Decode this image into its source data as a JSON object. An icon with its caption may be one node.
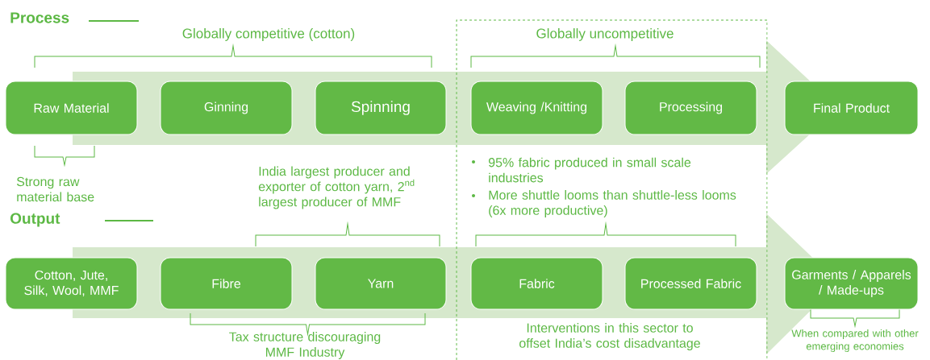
{
  "diagram": {
    "nodes": [
      {
        "text": [
          "Raw Material"
        ]
      },
      {
        "text": [
          "Ginning"
        ]
      },
      {
        "text": [
          "Spinning"
        ]
      },
      {
        "text": [
          "Weaving /Knitting"
        ]
      },
      {
        "text": [
          "Processing"
        ]
      },
      {
        "text": [
          "Final Product"
        ]
      },
      {
        "text": [
          "Cotton, Jute, Silk, Wool, MMF"
        ]
      },
      {
        "text": [
          "Fibre"
        ]
      },
      {
        "text": [
          "Yarn"
        ]
      },
      {
        "text": [
          "Fabric"
        ]
      },
      {
        "text": [
          "Processed Fabric"
        ]
      },
      {
        "text": [
          "Garments / Apparels / Made-ups"
        ]
      }
    ],
    "labels": [
      "Process",
      "Globally competitive (cotton)",
      "Globally uncompetitive",
      "Strong raw material base",
      "India largest producer and exporter of cotton yarn, 2$^{nd}$ largest producer of MMF",
      "95% fabric produced in small scale industries",
      "More shuttle looms than shuttle-less looms (6x more productive)",
      "Output",
      "Tax structure discouraging MMF Industry",
      "Interventions in this sector to offset India’s cost disadvantage",
      "When compared with other emerging economies"
    ]
  }
}
